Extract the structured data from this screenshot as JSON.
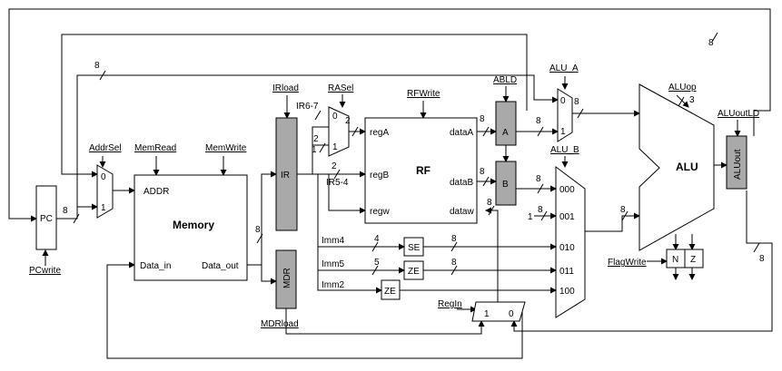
{
  "blocks": {
    "pc": "PC",
    "memory": "Memory",
    "mem_addr": "ADDR",
    "mem_din": "Data_in",
    "mem_dout": "Data_out",
    "ir": "IR",
    "mdr": "MDR",
    "rf": "RF",
    "rf_rega": "regA",
    "rf_regb": "regB",
    "rf_regw": "regw",
    "rf_dataa": "dataA",
    "rf_datab": "dataB",
    "rf_dataw": "dataw",
    "reg_a": "A",
    "reg_b": "B",
    "alu": "ALU",
    "aluout": "ALUout",
    "se": "SE",
    "ze1": "ZE",
    "ze2": "ZE",
    "flag_n": "N",
    "flag_z": "Z"
  },
  "controls": {
    "pcwrite": "PCwrite",
    "addrsel": "AddrSel",
    "memread": "MemRead",
    "memwrite": "MemWrite",
    "irload": "IRload",
    "rasel": "RASel",
    "rfwrite": "RFWrite",
    "abld": "ABLD",
    "alu_a": "ALU_A",
    "aluop": "ALUop",
    "aluoutld": "ALUoutLD",
    "alu_b": "ALU_B",
    "flagwrite": "FlagWrite",
    "mdrload": "MDRload",
    "regin": "RegIn"
  },
  "signals": {
    "ir67": "IR6-7",
    "ir54": "IR5-4",
    "imm4": "Imm4",
    "imm5": "Imm5",
    "imm2": "Imm2"
  },
  "mux_inputs": {
    "zero": "0",
    "one": "1",
    "alub0": "000",
    "alub1": "001",
    "alub2": "010",
    "alub3": "011",
    "alub4": "100"
  },
  "bus_widths": {
    "b8": "8",
    "b2": "2",
    "b3": "3",
    "b4": "4",
    "b5": "5",
    "b1": "1"
  }
}
